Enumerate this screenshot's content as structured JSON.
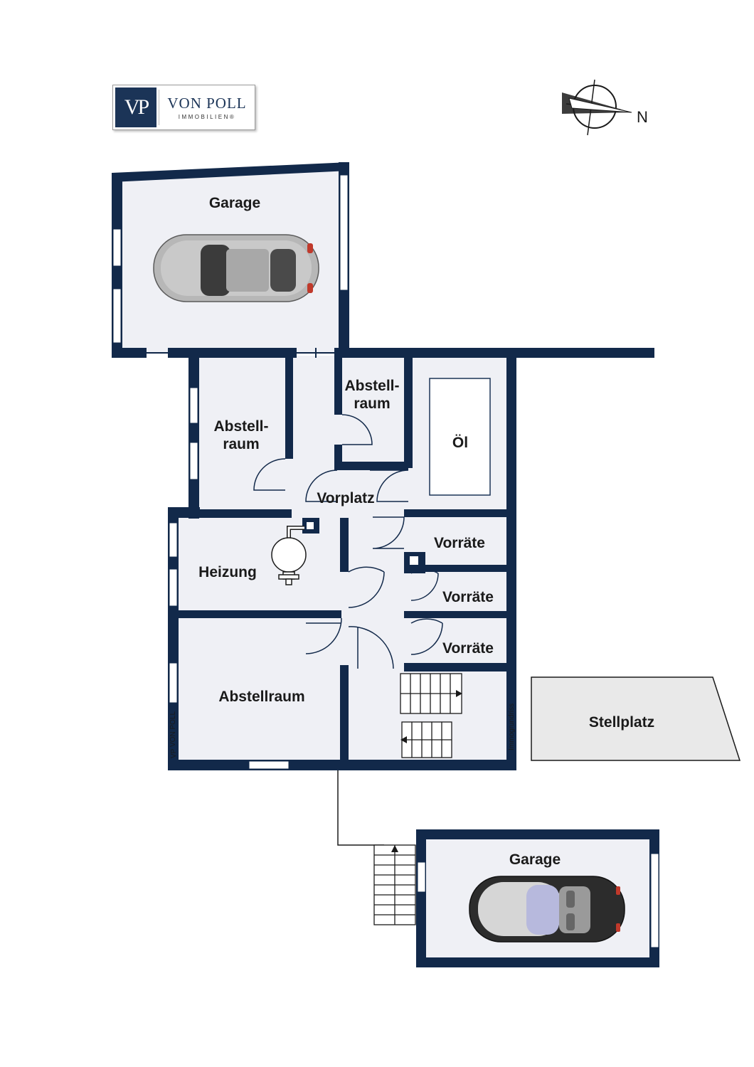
{
  "logo": {
    "mark": "VP",
    "name": "VON POLL",
    "subtitle": "IMMOBILIEN®"
  },
  "compass": {
    "label": "N"
  },
  "rooms": {
    "garage_top": "Garage",
    "abstellraum_1_line1": "Abstell-",
    "abstellraum_1_line2": "raum",
    "abstellraum_2_line1": "Abstell-",
    "abstellraum_2_line2": "raum",
    "oel": "Öl",
    "vorplatz": "Vorplatz",
    "heizung": "Heizung",
    "vorraete_1": "Vorräte",
    "vorraete_2": "Vorräte",
    "vorraete_3": "Vorräte",
    "abstellraum_big": "Abstellraum",
    "stellplatz": "Stellplatz",
    "garage_bottom": "Garage"
  },
  "watermark": {
    "brand": "VON POLL",
    "vertical_text": "Immogrundriss",
    "small_mark": "VP"
  },
  "colors": {
    "wall": "#12294a",
    "floor": "#eff0f5",
    "parking": "#e9e9e9"
  }
}
